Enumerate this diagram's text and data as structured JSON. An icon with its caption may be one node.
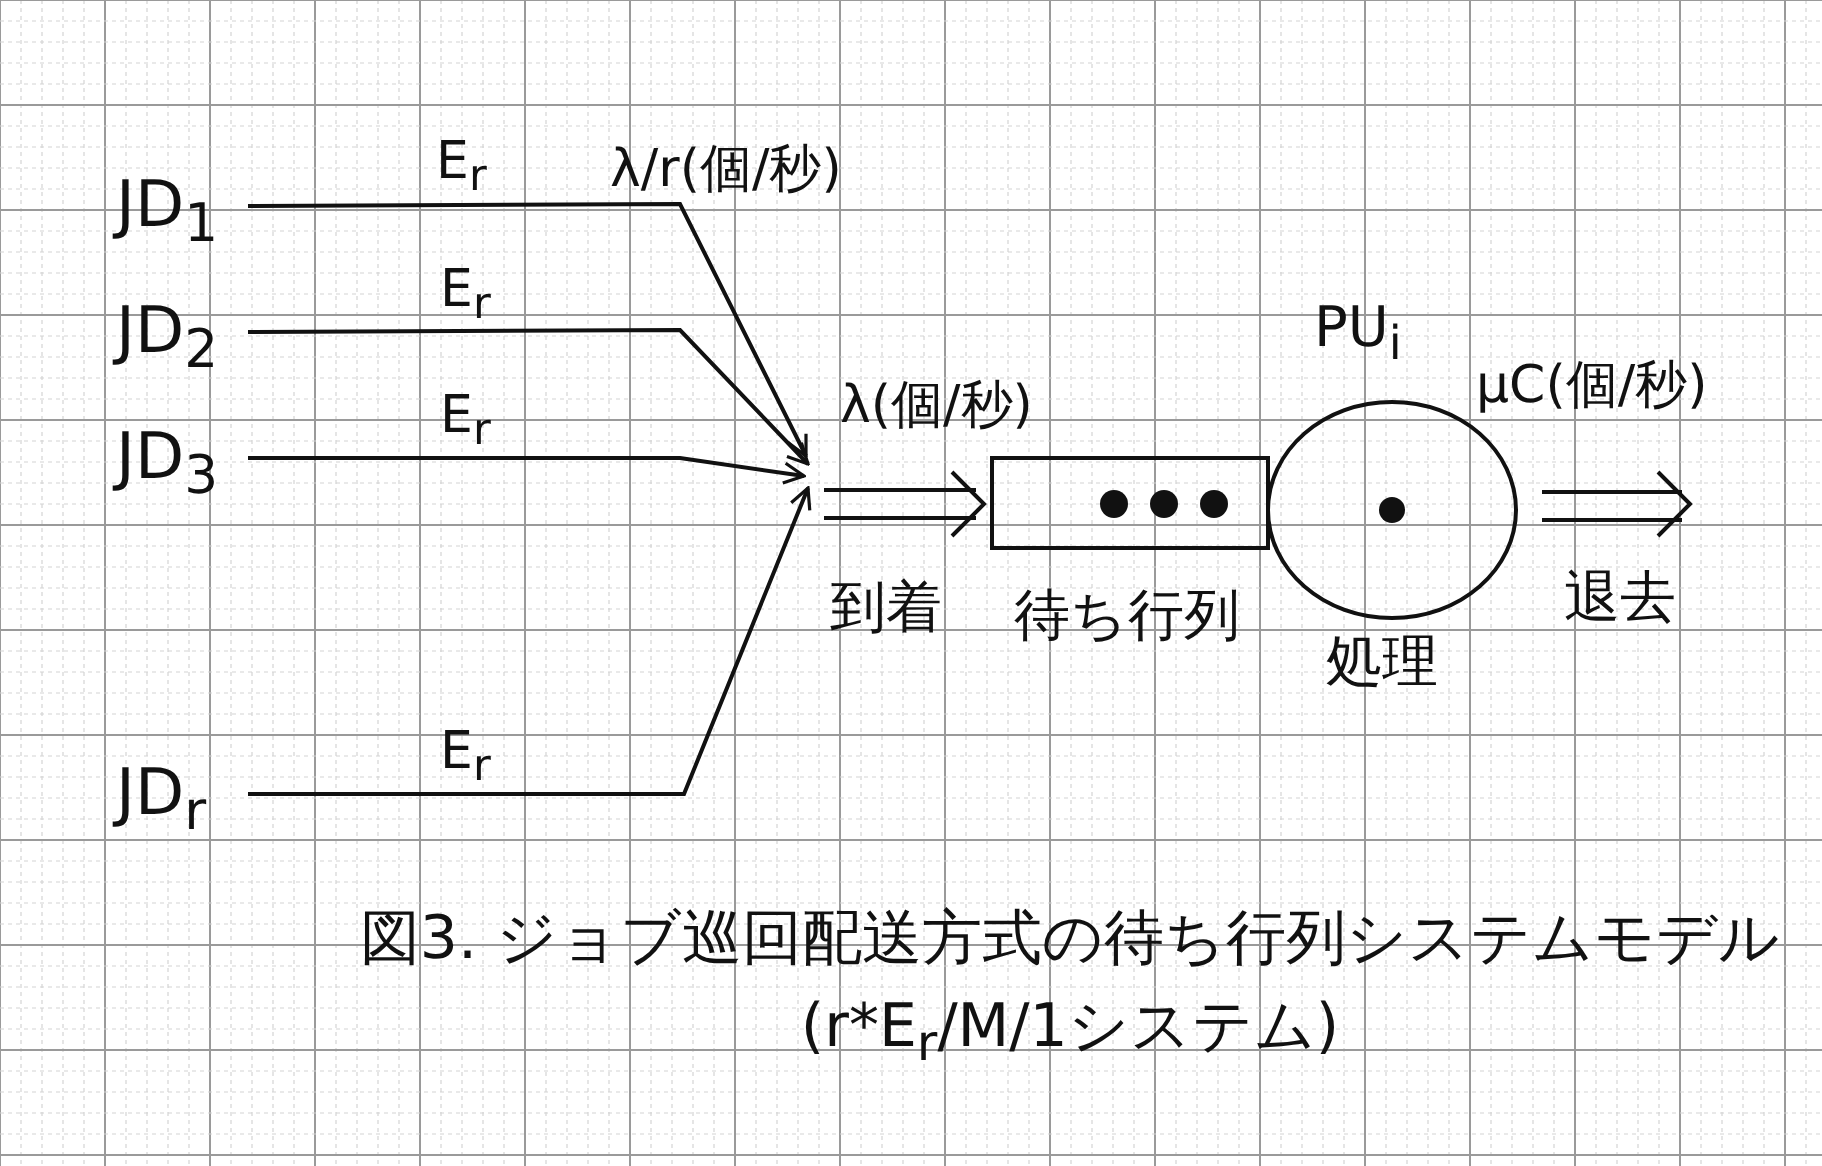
{
  "diagram": {
    "caption": "図3. ジョブ巡回配送方式の待ち行列システムモデル (r*E$_{r}$/M/1システム)",
    "nodes": [
      {
        "text": [
          "JD$_{1}$"
        ]
      },
      {
        "text": [
          "JD$_{2}$"
        ]
      },
      {
        "text": [
          "JD$_{3}$"
        ]
      },
      {
        "text": [
          "JD$_{r}$"
        ]
      },
      {
        "text": [],
        "shape": "box",
        "beside": [
          "待ち行列"
        ]
      },
      {
        "text": [],
        "shape": "circle",
        "beside": [
          "PU$_{i}$",
          "処理"
        ]
      }
    ],
    "edges": [
      {
        "from": 0,
        "to": null,
        "arrow": "to",
        "label": "E$_{r}$"
      },
      {
        "from": 1,
        "to": null,
        "arrow": "to",
        "label": "E$_{r}$"
      },
      {
        "from": 2,
        "to": null,
        "arrow": "to",
        "label": "E$_{r}$"
      },
      {
        "from": 3,
        "to": null,
        "arrow": "to",
        "label": "E$_{r}$"
      },
      {
        "from": null,
        "to": 4,
        "arrow": "to",
        "label": "λ(個/秒)"
      },
      {
        "from": 5,
        "to": null,
        "arrow": "to",
        "label": "μC(個/秒)"
      }
    ],
    "labels": [
      "λ/r(個/秒)",
      "到着",
      "退去"
    ]
  }
}
